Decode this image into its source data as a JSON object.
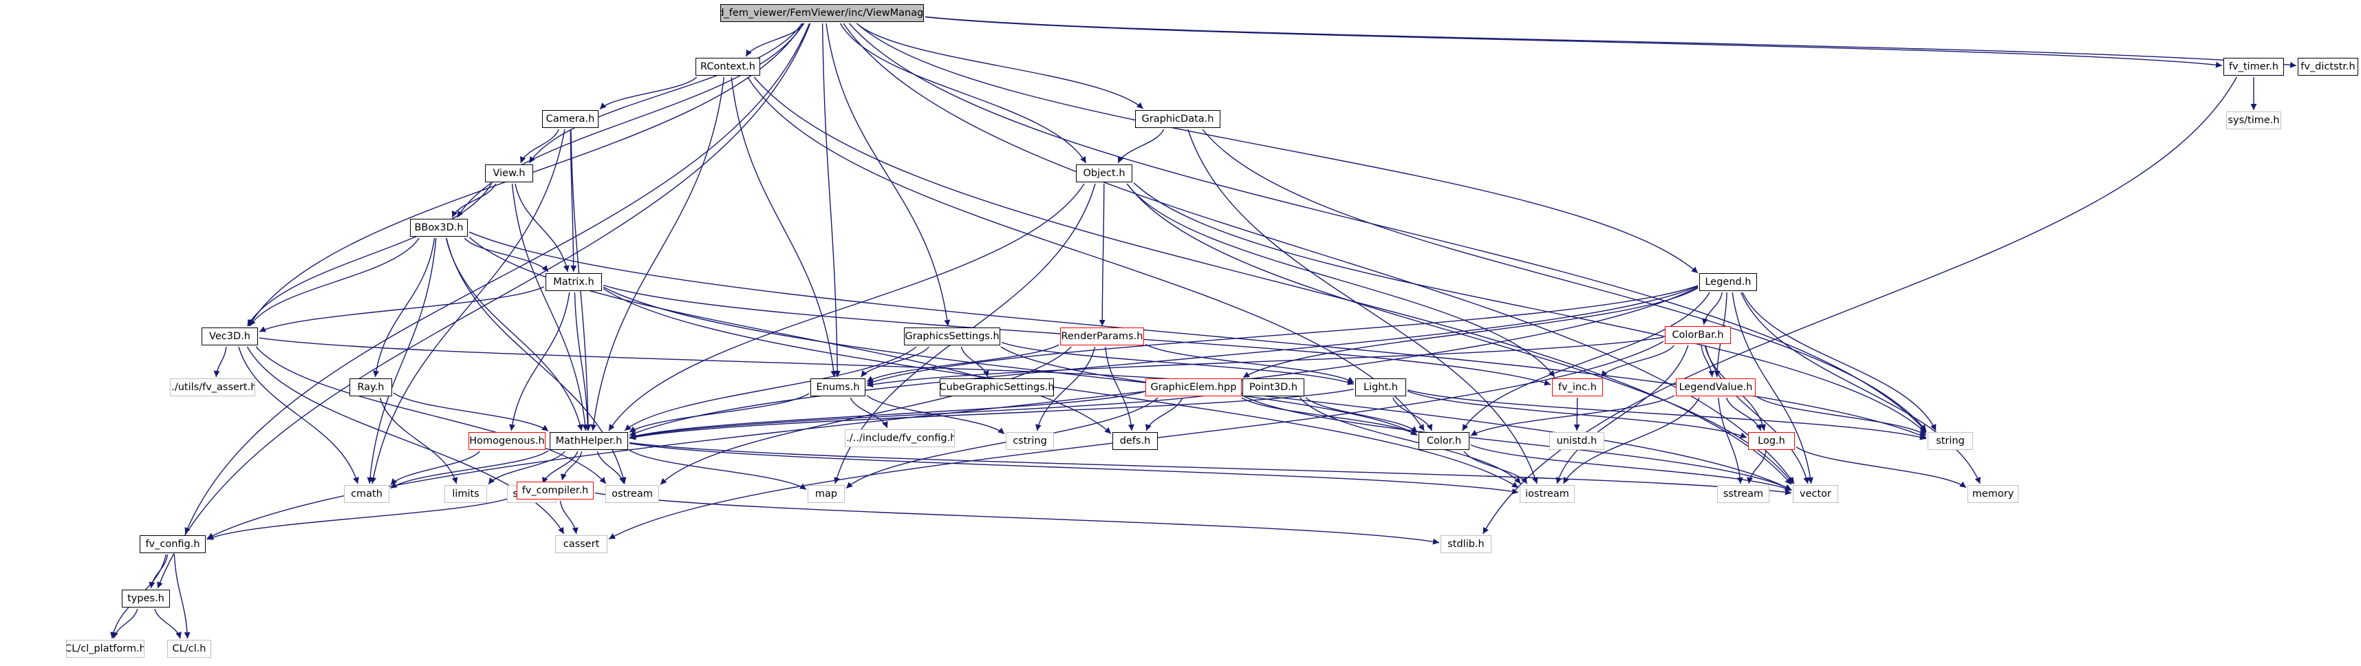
{
  "diagram": {
    "colors": {
      "edge": "#191970",
      "node_border": "#000000",
      "red_border": "#ff0000",
      "gray_border": "#bfbfbf",
      "root_fill": "#bfbfbf"
    },
    "nodes": [
      {
        "id": "vm",
        "label": "mod_fem_viewer/FemViewer/inc/ViewManager.h",
        "style": "root"
      },
      {
        "id": "rcontext",
        "label": "RContext.h",
        "style": "normal"
      },
      {
        "id": "fvtimer",
        "label": "fv_timer.h",
        "style": "normal"
      },
      {
        "id": "fvdictstr",
        "label": "fv_dictstr.h",
        "style": "normal"
      },
      {
        "id": "systime",
        "label": "sys/time.h",
        "style": "gray"
      },
      {
        "id": "camera",
        "label": "Camera.h",
        "style": "normal"
      },
      {
        "id": "graphicdata",
        "label": "GraphicData.h",
        "style": "normal"
      },
      {
        "id": "view",
        "label": "View.h",
        "style": "normal"
      },
      {
        "id": "object",
        "label": "Object.h",
        "style": "normal"
      },
      {
        "id": "bbox3d",
        "label": "BBox3D.h",
        "style": "normal"
      },
      {
        "id": "matrix",
        "label": "Matrix.h",
        "style": "normal"
      },
      {
        "id": "legend",
        "label": "Legend.h",
        "style": "normal"
      },
      {
        "id": "colorbar",
        "label": "ColorBar.h",
        "style": "red"
      },
      {
        "id": "vec3d",
        "label": "Vec3D.h",
        "style": "normal"
      },
      {
        "id": "fvassert",
        "label": "../utils/fv_assert.h",
        "style": "gray"
      },
      {
        "id": "graphicssettings",
        "label": "GraphicsSettings.h",
        "style": "normal"
      },
      {
        "id": "renderparams",
        "label": "RenderParams.h",
        "style": "red"
      },
      {
        "id": "enums",
        "label": "Enums.h",
        "style": "normal"
      },
      {
        "id": "cubegraphicsettings",
        "label": "CubeGraphicSettings.h",
        "style": "normal"
      },
      {
        "id": "graphicelem",
        "label": "GraphicElem.hpp",
        "style": "red"
      },
      {
        "id": "point3d",
        "label": "Point3D.h",
        "style": "normal"
      },
      {
        "id": "light",
        "label": "Light.h",
        "style": "normal"
      },
      {
        "id": "fvinc",
        "label": "fv_inc.h",
        "style": "red"
      },
      {
        "id": "legendvalue",
        "label": "LegendValue.h",
        "style": "red"
      },
      {
        "id": "ray",
        "label": "Ray.h",
        "style": "normal"
      },
      {
        "id": "includefvconfig",
        "label": "../../include/fv_config.h",
        "style": "gray"
      },
      {
        "id": "cstring",
        "label": "cstring",
        "style": "gray"
      },
      {
        "id": "defs",
        "label": "defs.h",
        "style": "normal"
      },
      {
        "id": "color",
        "label": "Color.h",
        "style": "normal"
      },
      {
        "id": "unistd",
        "label": "unistd.h",
        "style": "gray"
      },
      {
        "id": "string",
        "label": "string",
        "style": "gray"
      },
      {
        "id": "homogenous",
        "label": "Homogenous.h",
        "style": "red"
      },
      {
        "id": "mathhelper",
        "label": "MathHelper.h",
        "style": "normal"
      },
      {
        "id": "log",
        "label": "Log.h",
        "style": "red"
      },
      {
        "id": "cmath",
        "label": "cmath",
        "style": "gray"
      },
      {
        "id": "limits",
        "label": "limits",
        "style": "gray"
      },
      {
        "id": "stdint",
        "label": "stdint.h",
        "style": "gray"
      },
      {
        "id": "ostream",
        "label": "ostream",
        "style": "gray"
      },
      {
        "id": "map",
        "label": "map",
        "style": "gray"
      },
      {
        "id": "iostream",
        "label": "iostream",
        "style": "gray"
      },
      {
        "id": "sstream",
        "label": "sstream",
        "style": "gray"
      },
      {
        "id": "vector",
        "label": "vector",
        "style": "gray"
      },
      {
        "id": "memory",
        "label": "memory",
        "style": "gray"
      },
      {
        "id": "fvcompiler",
        "label": "fv_compiler.h",
        "style": "red"
      },
      {
        "id": "fvconfig",
        "label": "fv_config.h",
        "style": "normal"
      },
      {
        "id": "cassert",
        "label": "cassert",
        "style": "gray"
      },
      {
        "id": "stdlib",
        "label": "stdlib.h",
        "style": "gray"
      },
      {
        "id": "types",
        "label": "types.h",
        "style": "normal"
      },
      {
        "id": "clplatform",
        "label": "CL/cl_platform.h",
        "style": "gray"
      },
      {
        "id": "clcl",
        "label": "CL/cl.h",
        "style": "gray"
      }
    ],
    "edges": [
      [
        "vm",
        "rcontext"
      ],
      [
        "vm",
        "fvtimer"
      ],
      [
        "vm",
        "fvdictstr"
      ],
      [
        "vm",
        "graphicdata"
      ],
      [
        "vm",
        "view"
      ],
      [
        "vm",
        "object"
      ],
      [
        "vm",
        "bbox3d"
      ],
      [
        "vm",
        "legend"
      ],
      [
        "vm",
        "vec3d"
      ],
      [
        "vm",
        "graphicssettings"
      ],
      [
        "vm",
        "enums"
      ],
      [
        "vm",
        "string"
      ],
      [
        "vm",
        "vector"
      ],
      [
        "vm",
        "fvconfig"
      ],
      [
        "vm",
        "types"
      ],
      [
        "rcontext",
        "camera"
      ],
      [
        "rcontext",
        "mathhelper"
      ],
      [
        "rcontext",
        "enums"
      ],
      [
        "rcontext",
        "color"
      ],
      [
        "rcontext",
        "vector"
      ],
      [
        "fvtimer",
        "systime"
      ],
      [
        "fvtimer",
        "stdlib"
      ],
      [
        "camera",
        "view"
      ],
      [
        "camera",
        "matrix"
      ],
      [
        "camera",
        "mathhelper"
      ],
      [
        "camera",
        "cmath"
      ],
      [
        "graphicdata",
        "object"
      ],
      [
        "graphicdata",
        "iostream"
      ],
      [
        "graphicdata",
        "string"
      ],
      [
        "view",
        "bbox3d"
      ],
      [
        "view",
        "matrix"
      ],
      [
        "view",
        "vec3d"
      ],
      [
        "view",
        "mathhelper"
      ],
      [
        "object",
        "mathhelper"
      ],
      [
        "object",
        "renderparams"
      ],
      [
        "object",
        "fvinc"
      ],
      [
        "object",
        "map"
      ],
      [
        "object",
        "string"
      ],
      [
        "object",
        "vector"
      ],
      [
        "bbox3d",
        "matrix"
      ],
      [
        "bbox3d",
        "vec3d"
      ],
      [
        "bbox3d",
        "ray"
      ],
      [
        "bbox3d",
        "mathhelper"
      ],
      [
        "bbox3d",
        "defs"
      ],
      [
        "bbox3d",
        "string"
      ],
      [
        "bbox3d",
        "cmath"
      ],
      [
        "bbox3d",
        "ostream"
      ],
      [
        "matrix",
        "vec3d"
      ],
      [
        "matrix",
        "homogenous"
      ],
      [
        "matrix",
        "mathhelper"
      ],
      [
        "matrix",
        "fvinc"
      ],
      [
        "matrix",
        "vector"
      ],
      [
        "matrix",
        "iostream"
      ],
      [
        "legend",
        "colorbar"
      ],
      [
        "legend",
        "legendvalue"
      ],
      [
        "legend",
        "graphicelem"
      ],
      [
        "legend",
        "enums"
      ],
      [
        "legend",
        "color"
      ],
      [
        "legend",
        "mathhelper"
      ],
      [
        "legend",
        "string"
      ],
      [
        "legend",
        "vector"
      ],
      [
        "legend",
        "memory"
      ],
      [
        "legend",
        "fvconfig"
      ],
      [
        "colorbar",
        "legendvalue"
      ],
      [
        "colorbar",
        "fvinc"
      ],
      [
        "colorbar",
        "log"
      ],
      [
        "colorbar",
        "iostream"
      ],
      [
        "colorbar",
        "vector"
      ],
      [
        "colorbar",
        "cassert"
      ],
      [
        "colorbar",
        "enums"
      ],
      [
        "vec3d",
        "fvassert"
      ],
      [
        "vec3d",
        "point3d"
      ],
      [
        "vec3d",
        "cmath"
      ],
      [
        "vec3d",
        "ostream"
      ],
      [
        "vec3d",
        "cassert"
      ],
      [
        "graphicssettings",
        "enums"
      ],
      [
        "graphicssettings",
        "cubegraphicsettings"
      ],
      [
        "graphicssettings",
        "light"
      ],
      [
        "graphicssettings",
        "mathhelper"
      ],
      [
        "graphicssettings",
        "color"
      ],
      [
        "renderparams",
        "enums"
      ],
      [
        "renderparams",
        "light"
      ],
      [
        "renderparams",
        "defs"
      ],
      [
        "renderparams",
        "cstring"
      ],
      [
        "renderparams",
        "ostream"
      ],
      [
        "enums",
        "mathhelper"
      ],
      [
        "enums",
        "includefvconfig"
      ],
      [
        "enums",
        "cstring"
      ],
      [
        "graphicelem",
        "mathhelper"
      ],
      [
        "graphicelem",
        "defs"
      ],
      [
        "graphicelem",
        "color"
      ],
      [
        "graphicelem",
        "map"
      ],
      [
        "graphicelem",
        "vector"
      ],
      [
        "point3d",
        "mathhelper"
      ],
      [
        "point3d",
        "color"
      ],
      [
        "point3d",
        "iostream"
      ],
      [
        "light",
        "color"
      ],
      [
        "light",
        "mathhelper"
      ],
      [
        "light",
        "log"
      ],
      [
        "light",
        "string"
      ],
      [
        "fvinc",
        "unistd"
      ],
      [
        "legendvalue",
        "color"
      ],
      [
        "legendvalue",
        "string"
      ],
      [
        "legendvalue",
        "sstream"
      ],
      [
        "legendvalue",
        "log"
      ],
      [
        "legendvalue",
        "iostream"
      ],
      [
        "ray",
        "mathhelper"
      ],
      [
        "ray",
        "limits"
      ],
      [
        "color",
        "iostream"
      ],
      [
        "color",
        "vector"
      ],
      [
        "homogenous",
        "cmath"
      ],
      [
        "mathhelper",
        "cmath"
      ],
      [
        "mathhelper",
        "limits"
      ],
      [
        "mathhelper",
        "stdint"
      ],
      [
        "mathhelper",
        "ostream"
      ],
      [
        "mathhelper",
        "map"
      ],
      [
        "mathhelper",
        "fvcompiler"
      ],
      [
        "mathhelper",
        "iostream"
      ],
      [
        "mathhelper",
        "vector"
      ],
      [
        "log",
        "sstream"
      ],
      [
        "log",
        "memory"
      ],
      [
        "fvcompiler",
        "fvconfig"
      ],
      [
        "fvcompiler",
        "cassert"
      ],
      [
        "fvcompiler",
        "stdlib"
      ],
      [
        "fvconfig",
        "types"
      ],
      [
        "fvconfig",
        "clplatform"
      ],
      [
        "fvconfig",
        "clcl"
      ],
      [
        "types",
        "clplatform"
      ],
      [
        "types",
        "clcl"
      ]
    ]
  }
}
